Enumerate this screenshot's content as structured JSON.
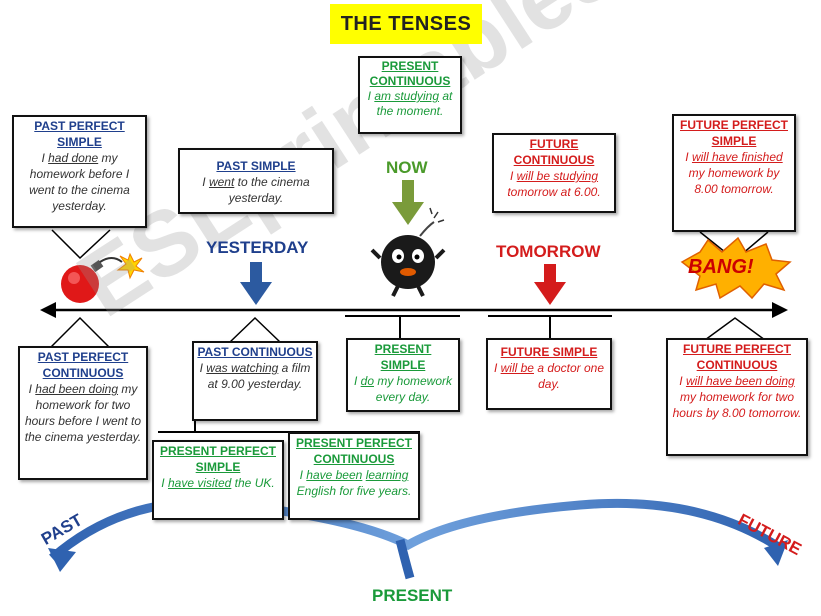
{
  "title": "THE TENSES",
  "labels": {
    "yesterday": "YESTERDAY",
    "now": "NOW",
    "tomorrow": "TOMORROW",
    "bang": "BANG!",
    "past": "PAST",
    "present": "PRESENT",
    "future": "FUTURE"
  },
  "watermark": "ESLprintables.com",
  "tenses": {
    "past_perfect_simple": {
      "heading": "PAST PERFECT SIMPLE",
      "pre": "I ",
      "verb": "had done",
      "post": " my homework before I went to the cinema yesterday."
    },
    "past_simple": {
      "heading": "PAST SIMPLE",
      "pre": "I ",
      "verb": "went",
      "post": " to the cinema yesterday."
    },
    "present_continuous": {
      "heading": "PRESENT CONTINUOUS",
      "pre": "I ",
      "verb": "am studying",
      "post": " at the moment."
    },
    "future_continuous": {
      "heading": "FUTURE CONTINUOUS",
      "pre": "I ",
      "verb": "will be studying",
      "post": " tomorrow at 6.00."
    },
    "future_perfect_simple": {
      "heading": "FUTURE PERFECT SIMPLE",
      "pre": "I ",
      "verb": "will have finished",
      "post": " my homework by 8.00 tomorrow."
    },
    "past_perfect_continuous": {
      "heading": "PAST PERFECT CONTINUOUS",
      "pre": "I ",
      "verb": "had been doing",
      "post": " my homework for two hours before I went to the cinema yesterday."
    },
    "past_continuous": {
      "heading": "PAST CONTINUOUS",
      "pre": "I ",
      "verb": "was watching",
      "post": " a film at 9.00 yesterday."
    },
    "present_simple": {
      "heading": "PRESENT SIMPLE",
      "pre": "I ",
      "verb": "do",
      "post": " my homework every day."
    },
    "future_simple": {
      "heading": "FUTURE SIMPLE",
      "pre": "I ",
      "verb": "will be",
      "post": " a doctor one day."
    },
    "future_perfect_continuous": {
      "heading": "FUTURE PERFECT CONTINUOUS",
      "pre": "I ",
      "verb": "will have been doing",
      "post": " my homework for two hours by 8.00 tomorrow."
    },
    "present_perfect_simple": {
      "heading": "PRESENT PERFECT SIMPLE",
      "pre": "I ",
      "verb": "have visited",
      "post": " the UK."
    },
    "present_perfect_continuous": {
      "heading": "PRESENT PERFECT CONTINUOUS",
      "pre": "I ",
      "verb": "have been",
      "verb2": "learning",
      "post": " English for five years."
    }
  },
  "colors": {
    "past": "#1f3f8c",
    "present": "#1a9a3a",
    "future": "#d41c1c",
    "title_bg": "#ffff00",
    "arc": "#4a7fc0"
  }
}
